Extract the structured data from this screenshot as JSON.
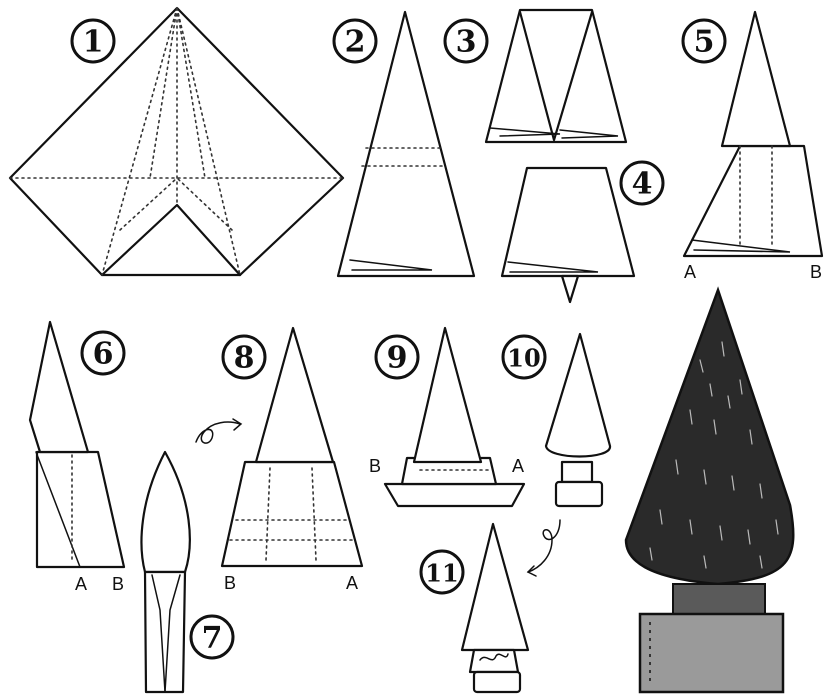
{
  "steps": [
    {
      "number": "1"
    },
    {
      "number": "2"
    },
    {
      "number": "3"
    },
    {
      "number": "4"
    },
    {
      "number": "5"
    },
    {
      "number": "6"
    },
    {
      "number": "7"
    },
    {
      "number": "8"
    },
    {
      "number": "9"
    },
    {
      "number": "10"
    },
    {
      "number": "11"
    }
  ],
  "labels": {
    "step5_left": "A",
    "step5_right": "B",
    "step6_left": "A",
    "step6_right": "B",
    "step8_left": "B",
    "step8_right": "A",
    "step9_left": "B",
    "step9_right": "A"
  },
  "colors": {
    "ink": "#111111",
    "paper": "#ffffff",
    "tree_foliage": "#2a2a2a",
    "tree_trunk": "#5a5a5a",
    "tree_pot": "#9a9a9a"
  }
}
